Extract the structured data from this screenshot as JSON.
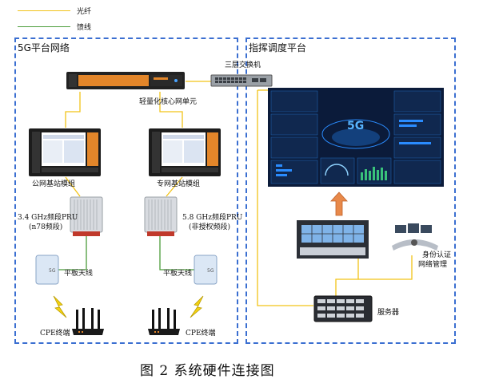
{
  "legend": [
    {
      "label": "光纤",
      "color": "#f2c318"
    },
    {
      "label": "馈线",
      "color": "#4b9c3a"
    }
  ],
  "regions": {
    "left_title": "5G平台网络",
    "right_title": "指挥调度平台"
  },
  "labels": {
    "switch": "三层交换机",
    "core_unit": "轻量化核心网单元",
    "bbu_public": "公网基站模组",
    "bbu_private": "专网基站模组",
    "rru_public_line1": "3.4 GHz频段PRU",
    "rru_public_line2": "(n78频段)",
    "rru_private_line1": "5.8 GHz频段PRU",
    "rru_private_line2": "(非授权频段)",
    "antenna_left": "平板天线",
    "antenna_right": "平板天线",
    "cpe_left": "CPE终端",
    "cpe_right": "CPE终端",
    "server": "服务器",
    "security": "身份认证",
    "network_mgmt": "网络管理",
    "antenna_badge": "5G",
    "dashboard_badge": "5G"
  },
  "caption": "图 2 系统硬件连接图"
}
